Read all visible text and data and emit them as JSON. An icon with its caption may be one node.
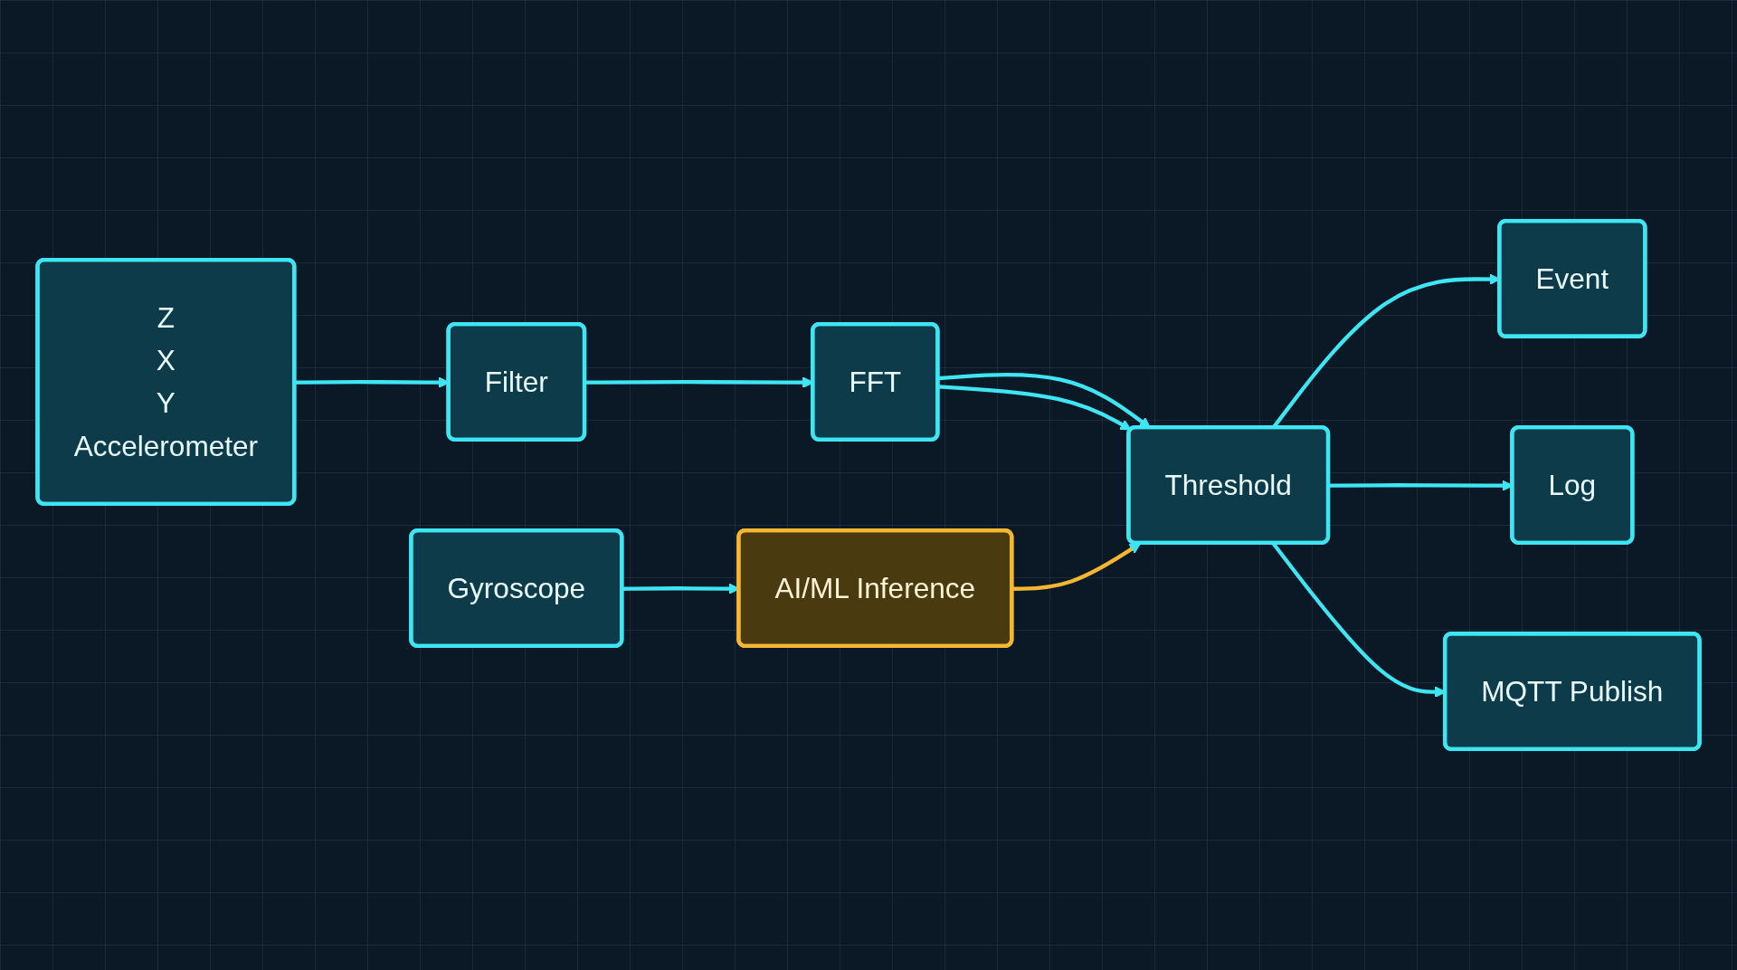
{
  "diagram": {
    "nodes": [
      {
        "text": [
          "Z",
          "X",
          "Y",
          "Accelerometer"
        ]
      },
      {
        "text": [
          "Filter"
        ]
      },
      {
        "text": [
          "FFT"
        ]
      },
      {
        "text": [
          "Gyroscope"
        ]
      },
      {
        "text": [
          "AI/ML Inference"
        ]
      },
      {
        "text": [
          "Threshold"
        ]
      },
      {
        "text": [
          "Event"
        ]
      },
      {
        "text": [
          "Log"
        ]
      },
      {
        "text": [
          "MQTT Publish"
        ]
      }
    ],
    "edges": [
      {
        "from": 0,
        "to": 1,
        "arrow": "to"
      },
      {
        "from": 1,
        "to": 2,
        "arrow": "to"
      },
      {
        "from": 2,
        "to": 5,
        "arrow": "to"
      },
      {
        "from": 2,
        "to": 5,
        "arrow": "to"
      },
      {
        "from": 3,
        "to": 4,
        "arrow": "to"
      },
      {
        "from": 4,
        "to": 5,
        "arrow": "to",
        "color": "#f5b630"
      },
      {
        "from": 5,
        "to": 6,
        "arrow": "to"
      },
      {
        "from": 5,
        "to": 7,
        "arrow": "to"
      },
      {
        "from": 5,
        "to": 8,
        "arrow": "to"
      }
    ]
  }
}
